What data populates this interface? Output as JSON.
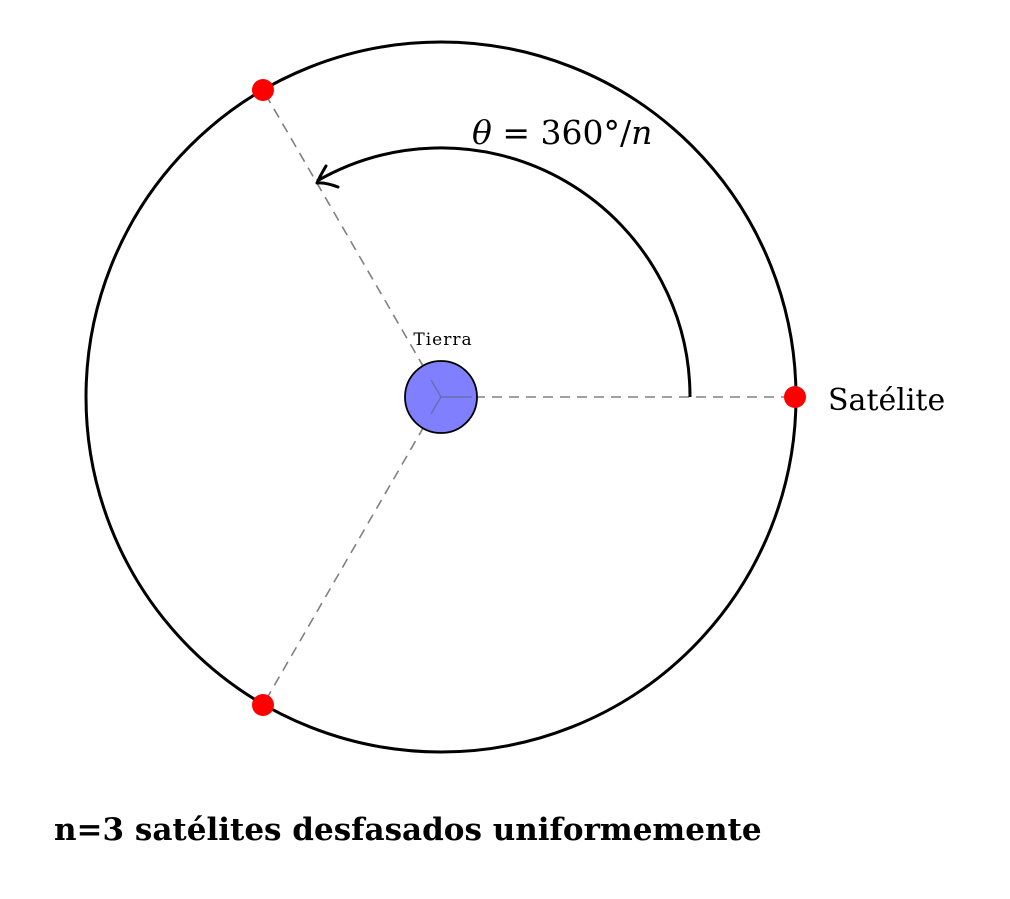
{
  "diagram": {
    "earth_label": "Tierra",
    "satellite_label": "Satélite",
    "angle_label": {
      "theta": "θ",
      "equals": " = 360°/",
      "n": "n"
    },
    "caption": "n=3 satélites desfasados uniformemente",
    "satellite_count": 3,
    "colors": {
      "orbit": "#000000",
      "earth_fill": "#8080ff",
      "satellite": "#ff0000",
      "radial_lines": "#808080"
    }
  }
}
